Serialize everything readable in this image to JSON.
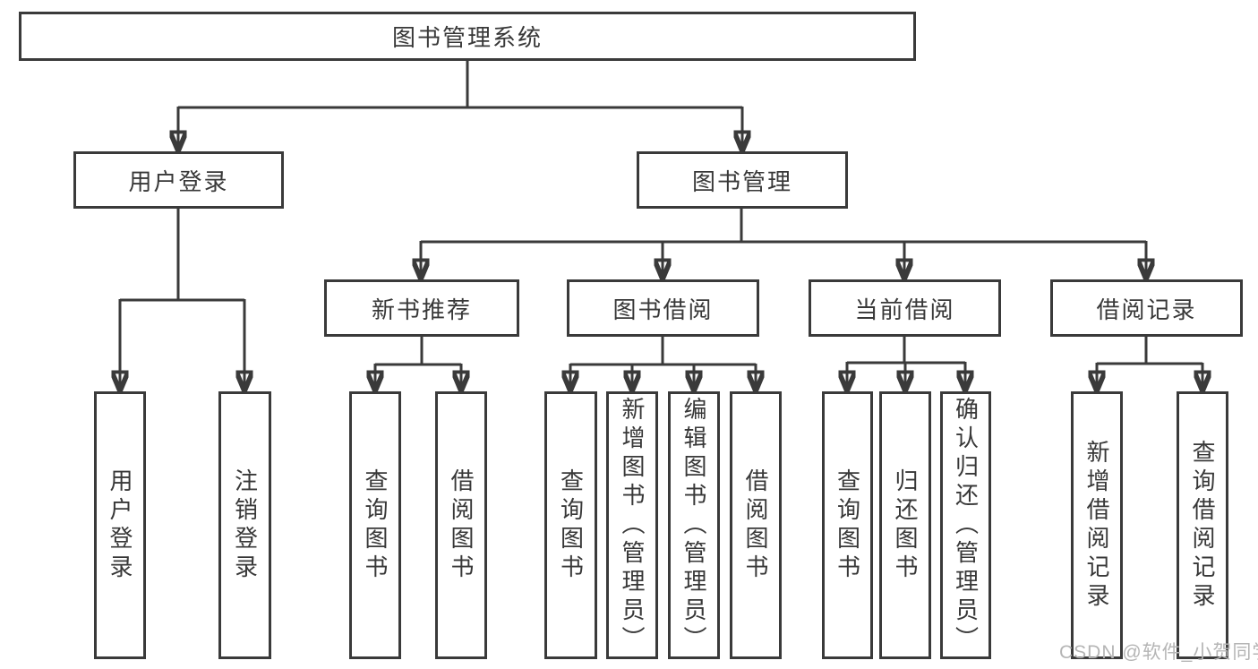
{
  "colors": {
    "line": "#3a3a3a",
    "text": "#383838",
    "box-bg": "#ffffff",
    "page-bg": "#ffffff",
    "watermark": "#b5b5b5"
  },
  "watermark": "CSDN @软件_小贺同学",
  "tree": {
    "root": {
      "label": "图书管理系统",
      "children": [
        {
          "label": "用户登录",
          "children": [
            {
              "label": "用户登录"
            },
            {
              "label": "注销登录"
            }
          ]
        },
        {
          "label": "图书管理",
          "children": [
            {
              "label": "新书推荐",
              "children": [
                {
                  "label": "查询图书"
                },
                {
                  "label": "借阅图书"
                }
              ]
            },
            {
              "label": "图书借阅",
              "children": [
                {
                  "label": "查询图书"
                },
                {
                  "label": "新增图书（管理员）"
                },
                {
                  "label": "编辑图书（管理员）"
                },
                {
                  "label": "借阅图书"
                }
              ]
            },
            {
              "label": "当前借阅",
              "children": [
                {
                  "label": "查询图书"
                },
                {
                  "label": "归还图书"
                },
                {
                  "label": "确认归还（管理员）"
                }
              ]
            },
            {
              "label": "借阅记录",
              "children": [
                {
                  "label": "新增借阅记录"
                },
                {
                  "label": "查询借阅记录"
                }
              ]
            }
          ]
        }
      ]
    }
  }
}
